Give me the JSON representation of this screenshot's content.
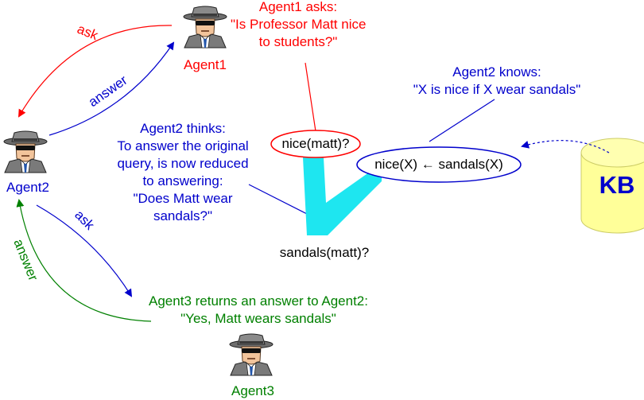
{
  "agents": {
    "agent1": {
      "name": "Agent1"
    },
    "agent2": {
      "name": "Agent2"
    },
    "agent3": {
      "name": "Agent3"
    }
  },
  "arrows": {
    "ask_1": "ask",
    "answer_1": "answer",
    "ask_2": "ask",
    "answer_2": "answer"
  },
  "notes": {
    "agent1_asks": {
      "title": "Agent1 asks:",
      "line1": "\"Is Professor Matt nice",
      "line2": "to students?\""
    },
    "agent2_knows": {
      "title": "Agent2 knows:",
      "line1": "\"X is nice if X wear sandals\""
    },
    "agent2_thinks": {
      "title": "Agent2 thinks:",
      "line1": "To answer the original",
      "line2": "query, is now reduced",
      "line3": "to answering:",
      "line4": "\"Does Matt wear",
      "line5": "sandals?\""
    },
    "agent3_returns": {
      "line1": "Agent3 returns an answer to Agent2:",
      "line2": "\"Yes, Matt wears sandals\""
    }
  },
  "nodes": {
    "query": "nice(matt)?",
    "rule": "nice(X) ← sandals(X)",
    "subgoal": "sandals(matt)?",
    "kb": "KB"
  },
  "colors": {
    "red": "#ff0000",
    "blue": "#0000cc",
    "green": "#008000",
    "cyan": "#1ee6f0",
    "kb_fill": "#ffff99",
    "kb_stroke": "#cccc66"
  }
}
